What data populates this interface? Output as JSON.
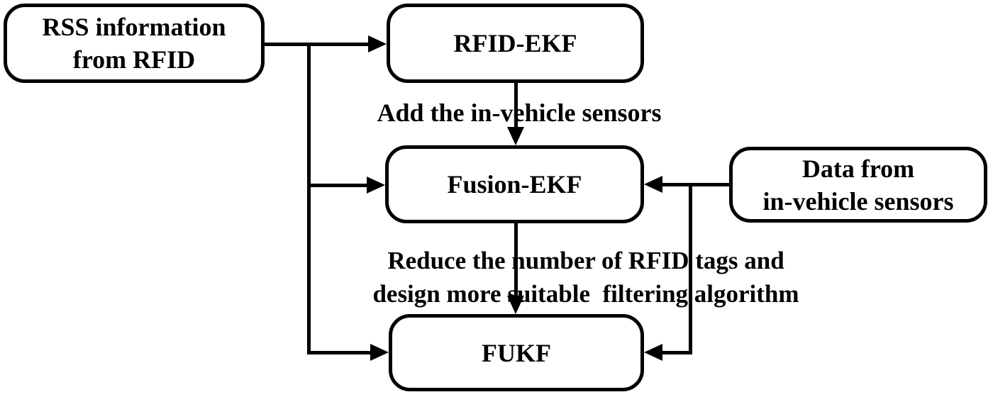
{
  "figure": {
    "type": "flowchart",
    "colors": {
      "line": "#000000",
      "node_fill": "#ffffff",
      "text": "#000000",
      "background": "#ffffff"
    },
    "nodes": {
      "rss": {
        "lines": [
          "RSS information",
          "from RFID"
        ]
      },
      "rfid_ekf": {
        "lines": [
          "RFID-EKF"
        ]
      },
      "fusion_ekf": {
        "lines": [
          "Fusion-EKF"
        ]
      },
      "data_sensors": {
        "lines": [
          "Data from",
          "in-vehicle sensors"
        ]
      },
      "fukf": {
        "lines": [
          "FUKF"
        ]
      }
    },
    "annotations": {
      "add_sensors": {
        "lines": [
          "Add the in-vehicle sensors"
        ]
      },
      "reduce_tags": {
        "lines": [
          "Reduce the number of RFID tags and",
          "design more suitable  filtering algorithm"
        ]
      }
    },
    "edges": [
      {
        "from": "rss",
        "to": "rfid_ekf"
      },
      {
        "from": "rss",
        "to": "fusion_ekf"
      },
      {
        "from": "rss",
        "to": "fukf"
      },
      {
        "from": "rfid_ekf",
        "to": "fusion_ekf",
        "label": "Add the in-vehicle sensors"
      },
      {
        "from": "fusion_ekf",
        "to": "fukf",
        "label": "Reduce the number of RFID tags and design more suitable  filtering algorithm"
      },
      {
        "from": "data_sensors",
        "to": "fusion_ekf"
      },
      {
        "from": "data_sensors",
        "to": "fukf"
      }
    ]
  }
}
